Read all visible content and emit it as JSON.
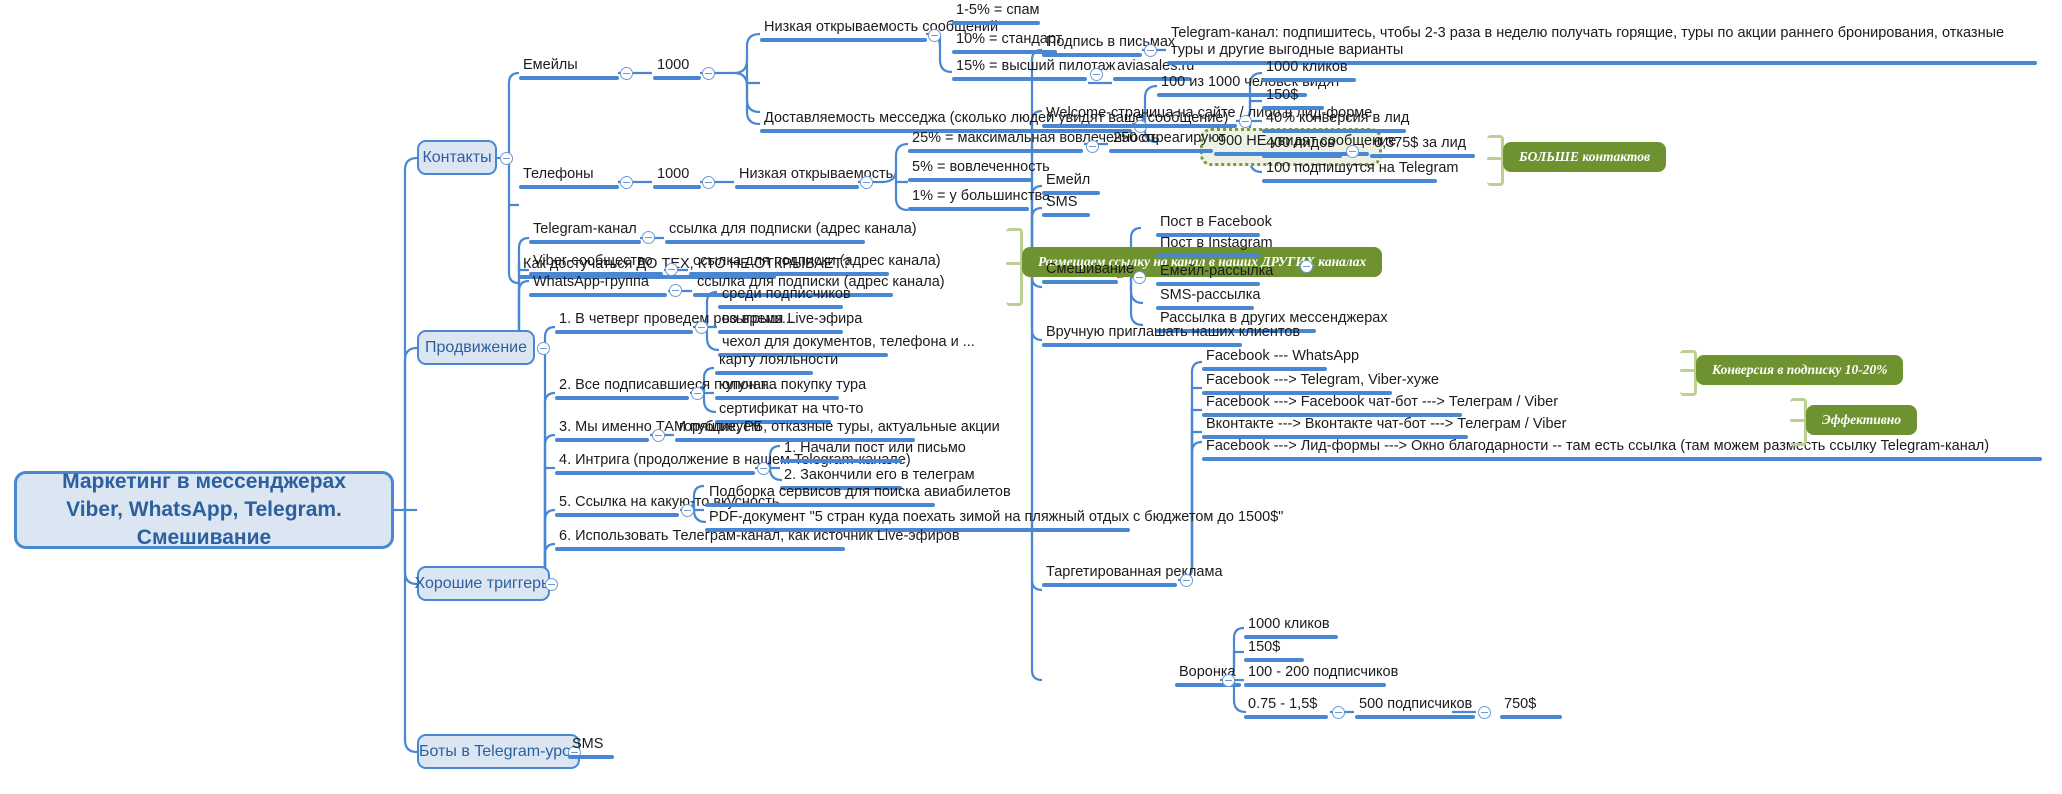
{
  "root": {
    "title": "Маркетинг в мессенджерах Viber, WhatsApp, Telegram. Смешивание"
  },
  "colors": {
    "branch_blue": "#4a87d3",
    "node_fill": "#dce6f2",
    "node_text": "#2b5f9e",
    "badge_green": "#6f9231",
    "bracket_green": "#bcd094",
    "dotted_green": "#7b9a3c"
  },
  "branches": {
    "contacts": {
      "label": "Контакты"
    },
    "promotion": {
      "label": "Продвижение"
    },
    "triggers": {
      "label": "Хорошие триггеры"
    },
    "bots": {
      "label": "Боты в Telegram-урок"
    }
  },
  "nodes": {
    "emails": "Емейлы",
    "emails_count": "1000",
    "low_open_messages": "Низкая открываемость сообщений",
    "spam_1_5": "1-5% = спам",
    "standard_10": "10% = стандарт",
    "top_15": "15% = высший пилотаж",
    "aviasales": "aviasales.ru",
    "deliverability": "Доставляемость месседжа (сколько людей увидят ваше сообщение)",
    "see_100": "100 из 1000 человек видят",
    "not_see_900": "900 НЕ увидят сообщение",
    "phones": "Телефоны",
    "phones_count": "1000",
    "low_open": "Низкая открываемость",
    "max_engage_25": "25% = максимальная вовлеченность",
    "react_250": "250 отреагируют",
    "engage_5": "5% = вовлеченность",
    "majority_1": "1% = у большинства",
    "how_to_reach": "Как достучаться ДО ТЕХ, КТО НЕ ОТКРЫВАЕТ?",
    "telegram_channel": "Telegram-канал",
    "viber_community": "Viber-сообщество",
    "whatsapp_group": "WhatsApp-группа",
    "sub_link_1": "ссылка для подписки (адрес канала)",
    "sub_link_2": "ссылка для подписки (адрес канала)",
    "sub_link_3": "ссылка для подписки (адрес канала)",
    "badge_place_link": "Размещаем ссылку на канал в наших ДРУГИХ каналах",
    "signature_in_letters": "Подпись в письмах",
    "telegram_promo_text": "Telegram-канал: подпишитесь, чтобы 2-3 раза в неделю получать горящие, туры по акции раннего бронирования, отказные туры и другие выгодные варианты",
    "welcome_page": "Welcome-страница на сайте / либо в лид-форме",
    "clicks_1000": "1000 кликов",
    "price_150": "150$",
    "conv_40": "40% конверсия в лид",
    "leads_400": "400 лидов",
    "per_lead_0375": "0,375$ за лид",
    "sub_100_telegram": "100 подпишутся на Telegram",
    "badge_more_contacts": "БОЛЬШЕ контактов",
    "email": "Емейл",
    "sms": "SMS",
    "mixing": "Смешивание",
    "post_facebook": "Пост в Facebook",
    "post_instagram": "Пост в Instagram",
    "email_blast": "Емейл-рассылка",
    "sms_blast": "SMS-рассылка",
    "other_messengers_blast": "Рассылка в других мессенджерах",
    "invite_manually": "Вручную приглашать наших клиентов",
    "targeted_ads": "Таргетированная реклама",
    "fb_whatsapp": "Facebook --- WhatsApp",
    "fb_telegram_viber": "Facebook ---> Telegram, Viber-хуже",
    "fb_chatbot": "Facebook ---> Facebook чат-бот ---> Телеграм /  Viber",
    "vk_chatbot": "Вконтакте ---> Вконтакте чат-бот ---> Телеграм /  Viber",
    "fb_leadforms": "Facebook ---> Лид-формы ---> Окно благодарности -- там есть ссылка (там можем разместь ссылку Telegram-канал)",
    "badge_conversion": "Конверсия в подписку 10-20%",
    "badge_effective": "Эффективно",
    "funnel": "Воронка",
    "funnel_clicks": "1000 кликов",
    "funnel_price": "150$",
    "funnel_subs": "100 - 200 подписчиков",
    "funnel_cpc": "0.75 - 1,5$",
    "funnel_subs_500": "500 подписчиков",
    "funnel_750": "750$",
    "trigger_1": "1. В четверг проведем розыгрыш...",
    "trigger_1_a": "среди подписчиков",
    "trigger_1_b": "во время Live-эфира",
    "trigger_1_c": "чехол для документов, телефона и ...",
    "trigger_2": "2. Все подписавшиеся получат...",
    "trigger_2_a": "карту лояльности",
    "trigger_2_b": "купон на покупку тура",
    "trigger_2_c": "сертификат на что-то",
    "trigger_3": "3. Мы именно ТАМ публикуем",
    "trigger_3_a": "горящие, РБ, отказные туры, актуальные акции",
    "trigger_4": "4. Интрига (продолжение в нашем Telegram-канале)",
    "trigger_4_a": "1. Начали пост или письмо",
    "trigger_4_b": "2. Закончили его в телеграм",
    "trigger_5": "5. Ссылка на какую-то вкусность",
    "trigger_5_a": "Подборка сервисов для поиска авиабилетов",
    "trigger_5_b": "PDF-документ \"5 стран куда поехать зимой на пляжный отдых с бюджетом до 1500$\"",
    "trigger_6": "6. Использовать Телеграм-канал, как источник Live-эфиров",
    "bots_sms": "SMS"
  }
}
